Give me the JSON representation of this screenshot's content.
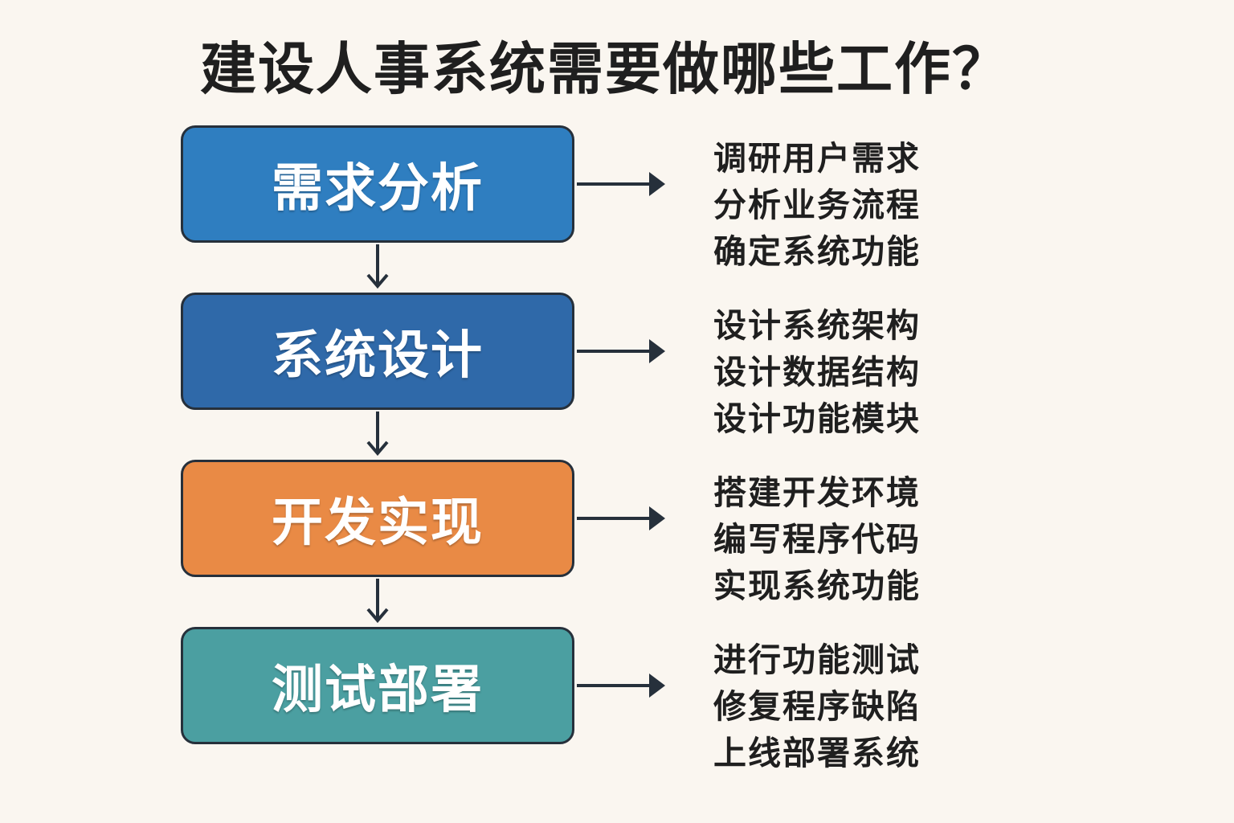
{
  "title": "建设人事系统需要做哪些工作？",
  "steps": [
    {
      "label": "需求分析",
      "color": "#2f7ec0",
      "details": [
        "调研用户需求",
        "分析业务流程",
        "确定系统功能"
      ]
    },
    {
      "label": "系统设计",
      "color": "#2f69a9",
      "details": [
        "设计系统架构",
        "设计数据结构",
        "设计功能模块"
      ]
    },
    {
      "label": "开发实现",
      "color": "#e98a45",
      "details": [
        "搭建开发环境",
        "编写程序代码",
        "实现系统功能"
      ]
    },
    {
      "label": "测试部署",
      "color": "#4b9fa1",
      "details": [
        "进行功能测试",
        "修复程序缺陷",
        "上线部署系统"
      ]
    }
  ]
}
